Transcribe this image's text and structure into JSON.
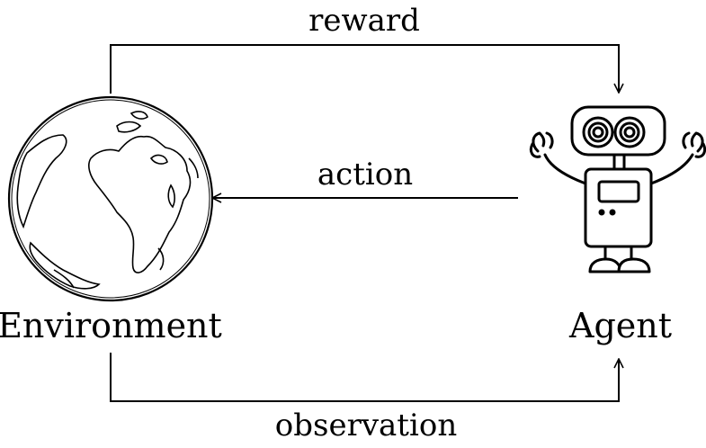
{
  "nodes": {
    "environment": {
      "label": "Environment",
      "icon": "globe-icon"
    },
    "agent": {
      "label": "Agent",
      "icon": "robot-icon"
    }
  },
  "edges": {
    "reward": {
      "label": "reward",
      "from": "Environment",
      "to": "Agent"
    },
    "action": {
      "label": "action",
      "from": "Agent",
      "to": "Environment"
    },
    "observation": {
      "label": "observation",
      "from": "Environment",
      "to": "Agent"
    }
  },
  "colors": {
    "stroke": "#000000",
    "background": "#ffffff"
  }
}
